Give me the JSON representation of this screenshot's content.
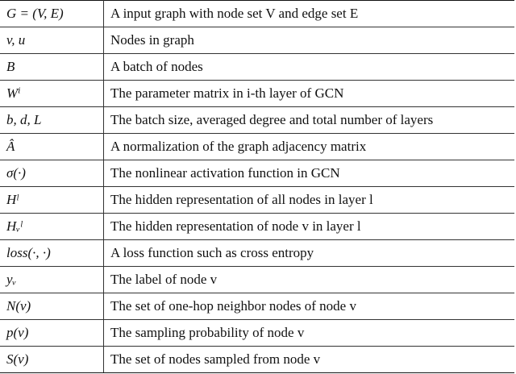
{
  "table": {
    "rows": [
      {
        "symbol": "G = (V, E)",
        "description": "A input graph with node set V and edge set E"
      },
      {
        "symbol": "v, u",
        "description": "Nodes in graph"
      },
      {
        "symbol": "B",
        "description": "A batch of nodes"
      },
      {
        "symbol": "Wⁱ",
        "description": "The parameter matrix in i-th layer of GCN"
      },
      {
        "symbol": "b, d, L",
        "description": "The batch size, averaged degree and total number of layers"
      },
      {
        "symbol": "Â",
        "description": "A normalization of the graph adjacency matrix"
      },
      {
        "symbol": "σ(·)",
        "description": "The nonlinear activation function in GCN"
      },
      {
        "symbol": "Hˡ",
        "description": "The hidden representation of all nodes in layer l"
      },
      {
        "symbol": "Hᵥˡ",
        "description": "The hidden representation of node v in layer l"
      },
      {
        "symbol": "loss(·, ·)",
        "description": "A loss function such as cross entropy"
      },
      {
        "symbol": "yᵥ",
        "description": "The label of node v"
      },
      {
        "symbol": "N(v)",
        "description": "The set of one-hop neighbor nodes of node v"
      },
      {
        "symbol": "p(v)",
        "description": "The sampling probability of node v"
      },
      {
        "symbol": "S(v)",
        "description": "The set of nodes sampled from node v"
      }
    ]
  }
}
